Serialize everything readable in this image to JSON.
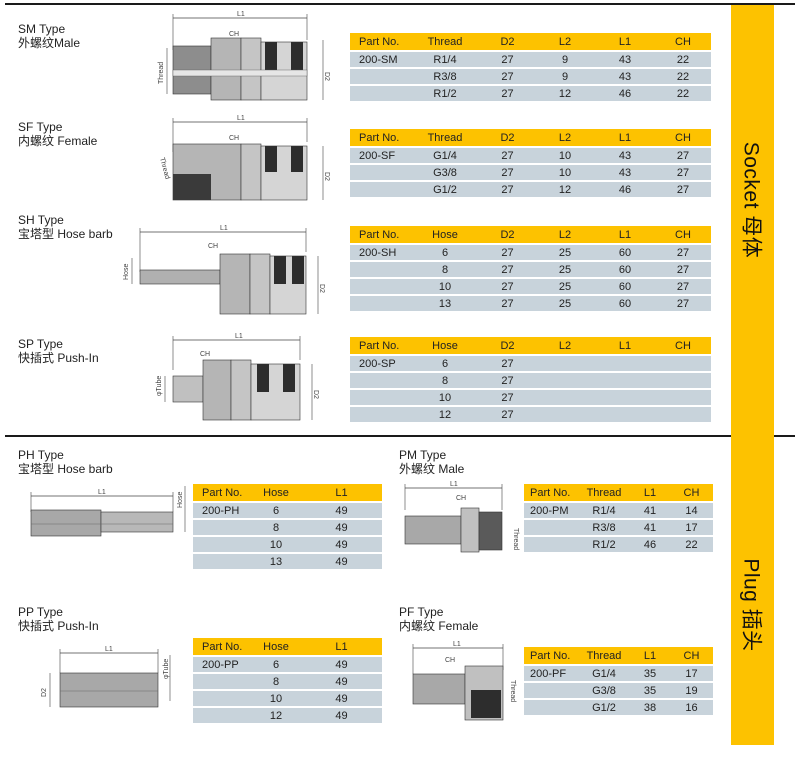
{
  "sections": {
    "socket": {
      "label": "Socket 母体"
    },
    "plug": {
      "label": "Plug 插头"
    }
  },
  "colors": {
    "header_bg": "#FDC200",
    "row_bg": "#C8D3DB",
    "sidebar_bg": "#FDC200"
  },
  "socket_types": [
    {
      "title": "SM Type",
      "subtitle": "外螺纹Male",
      "drawing_labels": {
        "length": "L1",
        "hex": "CH",
        "dia": "D2",
        "conn": "Thread"
      },
      "columns": [
        "Part No.",
        "Thread",
        "D2",
        "L2",
        "L1",
        "CH"
      ],
      "rows": [
        [
          "200-SM",
          "R1/4",
          "27",
          "9",
          "43",
          "22"
        ],
        [
          "",
          "R3/8",
          "27",
          "9",
          "43",
          "22"
        ],
        [
          "",
          "R1/2",
          "27",
          "12",
          "46",
          "22"
        ]
      ]
    },
    {
      "title": "SF Type",
      "subtitle": "内螺纹 Female",
      "drawing_labels": {
        "length": "L1",
        "hex": "CH",
        "dia": "D2",
        "conn": "Thread"
      },
      "columns": [
        "Part No.",
        "Thread",
        "D2",
        "L2",
        "L1",
        "CH"
      ],
      "rows": [
        [
          "200-SF",
          "G1/4",
          "27",
          "10",
          "43",
          "27"
        ],
        [
          "",
          "G3/8",
          "27",
          "10",
          "43",
          "27"
        ],
        [
          "",
          "G1/2",
          "27",
          "12",
          "46",
          "27"
        ]
      ]
    },
    {
      "title": "SH Type",
      "subtitle": "宝塔型 Hose barb",
      "drawing_labels": {
        "length": "L1",
        "hex": "CH",
        "dia": "D2",
        "conn": "Hose"
      },
      "columns": [
        "Part No.",
        "Hose",
        "D2",
        "L2",
        "L1",
        "CH"
      ],
      "rows": [
        [
          "200-SH",
          "6",
          "27",
          "25",
          "60",
          "27"
        ],
        [
          "",
          "8",
          "27",
          "25",
          "60",
          "27"
        ],
        [
          "",
          "10",
          "27",
          "25",
          "60",
          "27"
        ],
        [
          "",
          "13",
          "27",
          "25",
          "60",
          "27"
        ]
      ]
    },
    {
      "title": "SP Type",
      "subtitle": "快插式 Push-In",
      "drawing_labels": {
        "length": "L1",
        "hex": "CH",
        "dia": "D2",
        "conn": "φTube"
      },
      "columns": [
        "Part No.",
        "Hose",
        "D2",
        "L2",
        "L1",
        "CH"
      ],
      "rows": [
        [
          "200-SP",
          "6",
          "27",
          "",
          "",
          ""
        ],
        [
          "",
          "8",
          "27",
          "",
          "",
          ""
        ],
        [
          "",
          "10",
          "27",
          "",
          "",
          ""
        ],
        [
          "",
          "12",
          "27",
          "",
          "",
          ""
        ]
      ]
    }
  ],
  "plug_types": [
    {
      "title": "PH Type",
      "subtitle": "宝塔型 Hose barb",
      "drawing_labels": {
        "length": "L1",
        "conn": "Hose"
      },
      "columns": [
        "Part No.",
        "Hose",
        "L1"
      ],
      "rows": [
        [
          "200-PH",
          "6",
          "49"
        ],
        [
          "",
          "8",
          "49"
        ],
        [
          "",
          "10",
          "49"
        ],
        [
          "",
          "13",
          "49"
        ]
      ]
    },
    {
      "title": "PM Type",
      "subtitle": "外螺纹 Male",
      "drawing_labels": {
        "length": "L1",
        "hex": "CH",
        "conn": "Thread"
      },
      "columns": [
        "Part No.",
        "Thread",
        "L1",
        "CH"
      ],
      "rows": [
        [
          "200-PM",
          "R1/4",
          "41",
          "14"
        ],
        [
          "",
          "R3/8",
          "41",
          "17"
        ],
        [
          "",
          "R1/2",
          "46",
          "22"
        ]
      ]
    },
    {
      "title": "PP Type",
      "subtitle": "快插式 Push-In",
      "drawing_labels": {
        "length": "L1",
        "dia": "D2",
        "conn": "φTube"
      },
      "columns": [
        "Part No.",
        "Hose",
        "L1"
      ],
      "rows": [
        [
          "200-PP",
          "6",
          "49"
        ],
        [
          "",
          "8",
          "49"
        ],
        [
          "",
          "10",
          "49"
        ],
        [
          "",
          "12",
          "49"
        ]
      ]
    },
    {
      "title": "PF Type",
      "subtitle": "内螺纹 Female",
      "drawing_labels": {
        "length": "L1",
        "hex": "CH",
        "conn": "Thread"
      },
      "columns": [
        "Part No.",
        "Thread",
        "L1",
        "CH"
      ],
      "rows": [
        [
          "200-PF",
          "G1/4",
          "35",
          "17"
        ],
        [
          "",
          "G3/8",
          "35",
          "19"
        ],
        [
          "",
          "G1/2",
          "38",
          "16"
        ]
      ]
    }
  ]
}
